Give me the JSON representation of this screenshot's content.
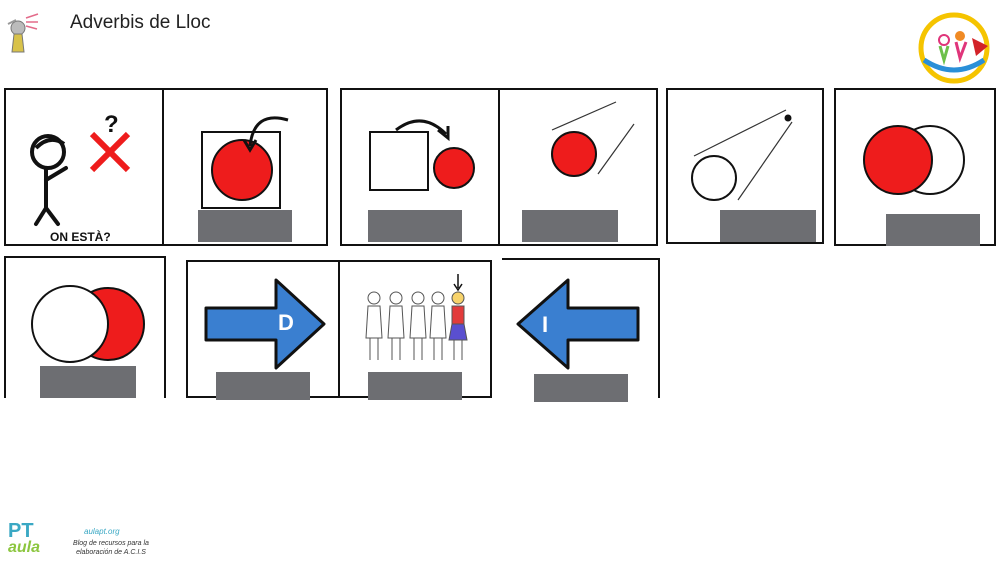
{
  "header": {
    "title": "Adverbis de Lloc"
  },
  "cards": {
    "on_esta_caption": "ON ESTÀ?",
    "right_arrow_letter": "D",
    "left_arrow_letter": "I"
  },
  "footer": {
    "logo_top": "PT",
    "logo_bottom": "aula",
    "url": "aulapt.org",
    "blog_line1": "Blog de recursos para la",
    "blog_line2": "elaboración de A.C.I.S"
  },
  "colors": {
    "red": "#ee1c1c",
    "blue": "#3a7fd0",
    "slot_gray": "#6d6e72"
  }
}
